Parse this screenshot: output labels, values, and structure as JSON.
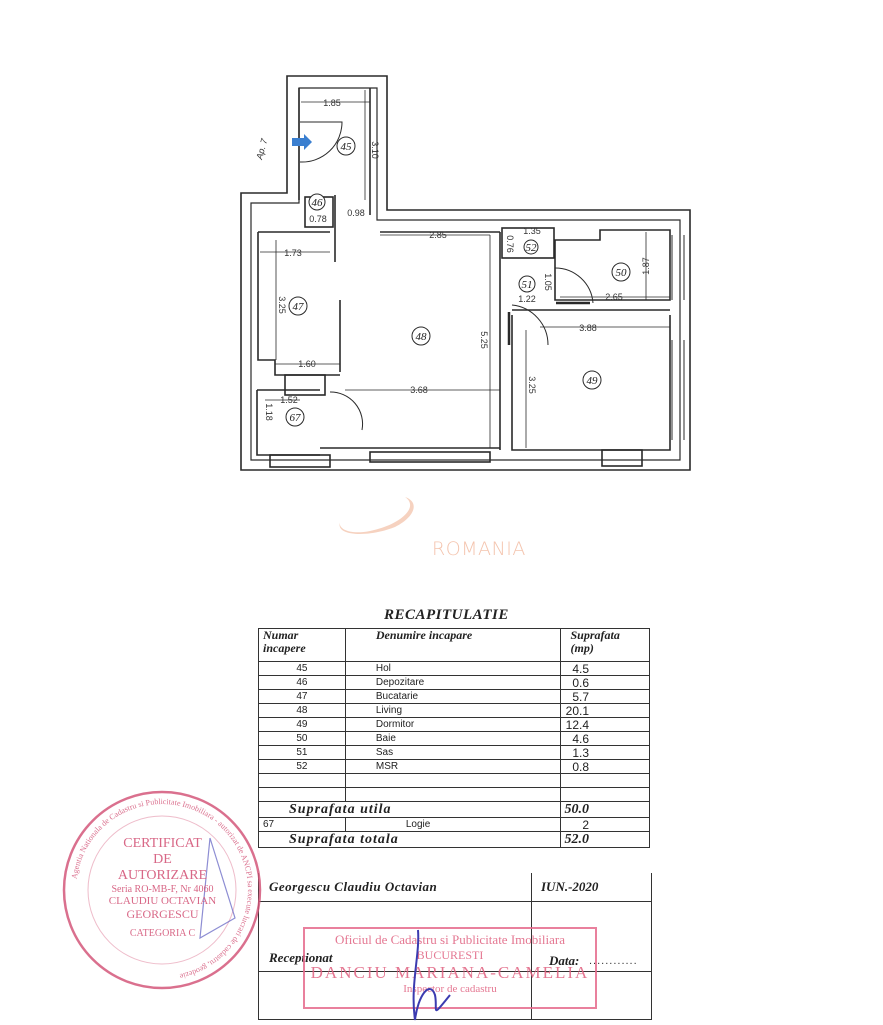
{
  "floor_plan": {
    "entrance_label": "Ap. 7",
    "dimensions": {
      "hol_width": "1.85",
      "hol_length": "3.10",
      "depozitare_width": "0.78",
      "passage_width": "0.98",
      "living_top": "2.85",
      "bucatarie_width": "1.73",
      "bucatarie_length": "3.25",
      "bucatarie_bottom": "1.60",
      "living_bottom": "3.68",
      "living_height": "5.25",
      "logie_width": "1.52",
      "logie_height": "1.18",
      "msr_width": "1.35",
      "msr_height": "0.76",
      "sas_height": "1.05",
      "sas_width": "1.22",
      "baie_width": "2.65",
      "baie_height": "1.87",
      "dormitor_width": "3.88",
      "dormitor_height": "3.25"
    },
    "room_numbers": [
      "45",
      "46",
      "47",
      "48",
      "49",
      "50",
      "51",
      "52",
      "67"
    ]
  },
  "watermark": {
    "text": "ROMANIA"
  },
  "recap": {
    "title": "RECAPITULATIE",
    "headers": {
      "number": "Numar incapere",
      "name": "Denumire incapare",
      "area": "Suprafata (mp)"
    },
    "rows": [
      {
        "nr": "45",
        "name": "Hol",
        "area": "4.5"
      },
      {
        "nr": "46",
        "name": "Depozitare",
        "area": "0.6"
      },
      {
        "nr": "47",
        "name": "Bucatarie",
        "area": "5.7"
      },
      {
        "nr": "48",
        "name": "Living",
        "area": "20.1"
      },
      {
        "nr": "49",
        "name": "Dormitor",
        "area": "12.4"
      },
      {
        "nr": "50",
        "name": "Baie",
        "area": "4.6"
      },
      {
        "nr": "51",
        "name": "Sas",
        "area": "1.3"
      },
      {
        "nr": "52",
        "name": "MSR",
        "area": "0.8"
      }
    ],
    "usable_label": "Suprafata utila",
    "usable_value": "50.0",
    "extra_row": {
      "nr": "67",
      "name": "Logie",
      "area": "2"
    },
    "total_label": "Suprafata totala",
    "total_value": "52.0"
  },
  "footer": {
    "author": "Georgescu Claudiu Octavian",
    "date": "IUN.-2020",
    "received_label": "Receptionat",
    "data_label": "Data:",
    "data_value": "............"
  },
  "ocpi_stamp": {
    "line1": "Oficiul de Cadastru si Publicitate Imobiliara",
    "line2": "BUCURESTI",
    "line3": "DANCIU MARIANA-CAMELIA",
    "line4": "Inspector de cadastru"
  },
  "seal": {
    "ring_text": "Agentia Nationala de Cadastru si Publicitate Imobiliara - autorizat de ANCPI sa execute lucrari de cadastru, geodezie",
    "line1": "CERTIFICAT",
    "line2": "DE",
    "line3": "AUTORIZARE",
    "line4": "Seria RO-MB-F, Nr 4060",
    "line5": "CLAUDIU OCTAVIAN",
    "line6": "GEORGESCU",
    "bottom": "CATEGORIA C"
  }
}
